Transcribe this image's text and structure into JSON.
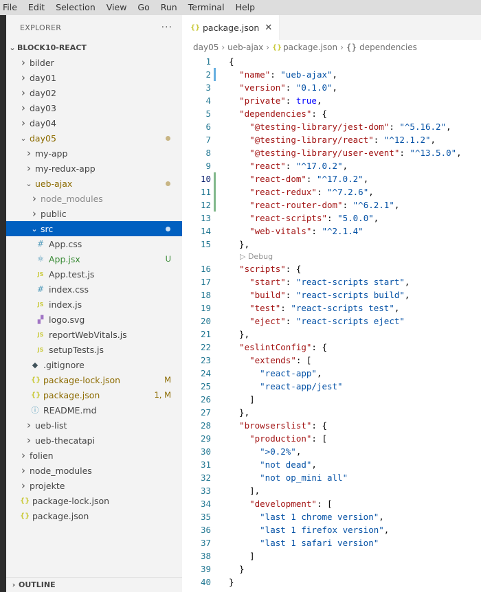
{
  "menubar": [
    "File",
    "Edit",
    "Selection",
    "View",
    "Go",
    "Run",
    "Terminal",
    "Help"
  ],
  "explorer": {
    "title": "EXPLORER",
    "more_label": "···",
    "root": "BLOCK10-REACT",
    "outline_label": "OUTLINE",
    "items": [
      {
        "label": "bilder",
        "depth": 0,
        "type": "folder",
        "open": false
      },
      {
        "label": "day01",
        "depth": 0,
        "type": "folder",
        "open": false
      },
      {
        "label": "day02",
        "depth": 0,
        "type": "folder",
        "open": false
      },
      {
        "label": "day03",
        "depth": 0,
        "type": "folder",
        "open": false
      },
      {
        "label": "day04",
        "depth": 0,
        "type": "folder",
        "open": false
      },
      {
        "label": "day05",
        "depth": 0,
        "type": "folder",
        "open": true,
        "status": "dot",
        "color": "modified"
      },
      {
        "label": "my-app",
        "depth": 1,
        "type": "folder",
        "open": false
      },
      {
        "label": "my-redux-app",
        "depth": 1,
        "type": "folder",
        "open": false
      },
      {
        "label": "ueb-ajax",
        "depth": 1,
        "type": "folder",
        "open": true,
        "status": "dot",
        "color": "modified"
      },
      {
        "label": "node_modules",
        "depth": 2,
        "type": "folder",
        "open": false,
        "color": "dim"
      },
      {
        "label": "public",
        "depth": 2,
        "type": "folder",
        "open": false
      },
      {
        "label": "src",
        "depth": 2,
        "type": "folder",
        "open": true,
        "status": "dot",
        "selected": true
      },
      {
        "label": "App.css",
        "depth": 3,
        "type": "file",
        "icon": "hash"
      },
      {
        "label": "App.jsx",
        "depth": 3,
        "type": "file",
        "icon": "react",
        "status": "U",
        "color": "untracked"
      },
      {
        "label": "App.test.js",
        "depth": 3,
        "type": "file",
        "icon": "js"
      },
      {
        "label": "index.css",
        "depth": 3,
        "type": "file",
        "icon": "hash"
      },
      {
        "label": "index.js",
        "depth": 3,
        "type": "file",
        "icon": "js"
      },
      {
        "label": "logo.svg",
        "depth": 3,
        "type": "file",
        "icon": "svg"
      },
      {
        "label": "reportWebVitals.js",
        "depth": 3,
        "type": "file",
        "icon": "js"
      },
      {
        "label": "setupTests.js",
        "depth": 3,
        "type": "file",
        "icon": "js"
      },
      {
        "label": ".gitignore",
        "depth": 2,
        "type": "file",
        "icon": "git"
      },
      {
        "label": "package-lock.json",
        "depth": 2,
        "type": "file",
        "icon": "json",
        "status": "M",
        "color": "modified"
      },
      {
        "label": "package.json",
        "depth": 2,
        "type": "file",
        "icon": "json",
        "status": "1, M",
        "color": "modified"
      },
      {
        "label": "README.md",
        "depth": 2,
        "type": "file",
        "icon": "info"
      },
      {
        "label": "ueb-list",
        "depth": 1,
        "type": "folder",
        "open": false
      },
      {
        "label": "ueb-thecatapi",
        "depth": 1,
        "type": "folder",
        "open": false
      },
      {
        "label": "folien",
        "depth": 0,
        "type": "folder",
        "open": false
      },
      {
        "label": "node_modules",
        "depth": 0,
        "type": "folder",
        "open": false
      },
      {
        "label": "projekte",
        "depth": 0,
        "type": "folder",
        "open": false
      },
      {
        "label": "package-lock.json",
        "depth": 0,
        "type": "file",
        "icon": "json"
      },
      {
        "label": "package.json",
        "depth": 0,
        "type": "file",
        "icon": "json"
      }
    ]
  },
  "editor": {
    "tab_label": "package.json",
    "breadcrumb": [
      "day05",
      "ueb-ajax",
      "package.json",
      "dependencies"
    ],
    "codelens_label": "▷ Debug",
    "current_line": 10,
    "lines": [
      [
        [
          "p",
          "{"
        ]
      ],
      [
        [
          "p",
          "  "
        ],
        [
          "k",
          "\"name\""
        ],
        [
          "p",
          ": "
        ],
        [
          "s",
          "\"ueb-ajax\""
        ],
        [
          "p",
          ","
        ]
      ],
      [
        [
          "p",
          "  "
        ],
        [
          "k",
          "\"version\""
        ],
        [
          "p",
          ": "
        ],
        [
          "s",
          "\"0.1.0\""
        ],
        [
          "p",
          ","
        ]
      ],
      [
        [
          "p",
          "  "
        ],
        [
          "k",
          "\"private\""
        ],
        [
          "p",
          ": "
        ],
        [
          "b",
          "true"
        ],
        [
          "p",
          ","
        ]
      ],
      [
        [
          "p",
          "  "
        ],
        [
          "k",
          "\"dependencies\""
        ],
        [
          "p",
          ": {"
        ]
      ],
      [
        [
          "p",
          "    "
        ],
        [
          "k",
          "\"@testing-library/jest-dom\""
        ],
        [
          "p",
          ": "
        ],
        [
          "s",
          "\"^5.16.2\""
        ],
        [
          "p",
          ","
        ]
      ],
      [
        [
          "p",
          "    "
        ],
        [
          "k",
          "\"@testing-library/react\""
        ],
        [
          "p",
          ": "
        ],
        [
          "s",
          "\"^12.1.2\""
        ],
        [
          "p",
          ","
        ]
      ],
      [
        [
          "p",
          "    "
        ],
        [
          "k",
          "\"@testing-library/user-event\""
        ],
        [
          "p",
          ": "
        ],
        [
          "s",
          "\"^13.5.0\""
        ],
        [
          "p",
          ","
        ]
      ],
      [
        [
          "p",
          "    "
        ],
        [
          "k",
          "\"react\""
        ],
        [
          "p",
          ": "
        ],
        [
          "s",
          "\"^17.0.2\""
        ],
        [
          "p",
          ","
        ]
      ],
      [
        [
          "p",
          "    "
        ],
        [
          "k",
          "\"react-dom\""
        ],
        [
          "p",
          ": "
        ],
        [
          "s",
          "\"^17.0.2\""
        ],
        [
          "p",
          ","
        ]
      ],
      [
        [
          "p",
          "    "
        ],
        [
          "k",
          "\"react-redux\""
        ],
        [
          "p",
          ": "
        ],
        [
          "s",
          "\"^7.2.6\""
        ],
        [
          "p",
          ","
        ]
      ],
      [
        [
          "p",
          "    "
        ],
        [
          "k",
          "\"react-router-dom\""
        ],
        [
          "p",
          ": "
        ],
        [
          "s",
          "\"^6.2.1\""
        ],
        [
          "p",
          ","
        ]
      ],
      [
        [
          "p",
          "    "
        ],
        [
          "k",
          "\"react-scripts\""
        ],
        [
          "p",
          ": "
        ],
        [
          "s",
          "\"5.0.0\""
        ],
        [
          "p",
          ","
        ]
      ],
      [
        [
          "p",
          "    "
        ],
        [
          "k",
          "\"web-vitals\""
        ],
        [
          "p",
          ": "
        ],
        [
          "s",
          "\"^2.1.4\""
        ]
      ],
      [
        [
          "p",
          "  },"
        ]
      ],
      [
        [
          "p",
          "  "
        ],
        [
          "k",
          "\"scripts\""
        ],
        [
          "p",
          ": {"
        ]
      ],
      [
        [
          "p",
          "    "
        ],
        [
          "k",
          "\"start\""
        ],
        [
          "p",
          ": "
        ],
        [
          "s",
          "\"react-scripts start\""
        ],
        [
          "p",
          ","
        ]
      ],
      [
        [
          "p",
          "    "
        ],
        [
          "k",
          "\"build\""
        ],
        [
          "p",
          ": "
        ],
        [
          "s",
          "\"react-scripts build\""
        ],
        [
          "p",
          ","
        ]
      ],
      [
        [
          "p",
          "    "
        ],
        [
          "k",
          "\"test\""
        ],
        [
          "p",
          ": "
        ],
        [
          "s",
          "\"react-scripts test\""
        ],
        [
          "p",
          ","
        ]
      ],
      [
        [
          "p",
          "    "
        ],
        [
          "k",
          "\"eject\""
        ],
        [
          "p",
          ": "
        ],
        [
          "s",
          "\"react-scripts eject\""
        ]
      ],
      [
        [
          "p",
          "  },"
        ]
      ],
      [
        [
          "p",
          "  "
        ],
        [
          "k",
          "\"eslintConfig\""
        ],
        [
          "p",
          ": {"
        ]
      ],
      [
        [
          "p",
          "    "
        ],
        [
          "k",
          "\"extends\""
        ],
        [
          "p",
          ": ["
        ]
      ],
      [
        [
          "p",
          "      "
        ],
        [
          "s",
          "\"react-app\""
        ],
        [
          "p",
          ","
        ]
      ],
      [
        [
          "p",
          "      "
        ],
        [
          "s",
          "\"react-app/jest\""
        ]
      ],
      [
        [
          "p",
          "    ]"
        ]
      ],
      [
        [
          "p",
          "  },"
        ]
      ],
      [
        [
          "p",
          "  "
        ],
        [
          "k",
          "\"browserslist\""
        ],
        [
          "p",
          ": {"
        ]
      ],
      [
        [
          "p",
          "    "
        ],
        [
          "k",
          "\"production\""
        ],
        [
          "p",
          ": ["
        ]
      ],
      [
        [
          "p",
          "      "
        ],
        [
          "s",
          "\">0.2%\""
        ],
        [
          "p",
          ","
        ]
      ],
      [
        [
          "p",
          "      "
        ],
        [
          "s",
          "\"not dead\""
        ],
        [
          "p",
          ","
        ]
      ],
      [
        [
          "p",
          "      "
        ],
        [
          "s",
          "\"not op_mini all\""
        ]
      ],
      [
        [
          "p",
          "    ],"
        ]
      ],
      [
        [
          "p",
          "    "
        ],
        [
          "k",
          "\"development\""
        ],
        [
          "p",
          ": ["
        ]
      ],
      [
        [
          "p",
          "      "
        ],
        [
          "s",
          "\"last 1 chrome version\""
        ],
        [
          "p",
          ","
        ]
      ],
      [
        [
          "p",
          "      "
        ],
        [
          "s",
          "\"last 1 firefox version\""
        ],
        [
          "p",
          ","
        ]
      ],
      [
        [
          "p",
          "      "
        ],
        [
          "s",
          "\"last 1 safari version\""
        ]
      ],
      [
        [
          "p",
          "    ]"
        ]
      ],
      [
        [
          "p",
          "  }"
        ]
      ],
      [
        [
          "p",
          "}"
        ]
      ]
    ]
  }
}
